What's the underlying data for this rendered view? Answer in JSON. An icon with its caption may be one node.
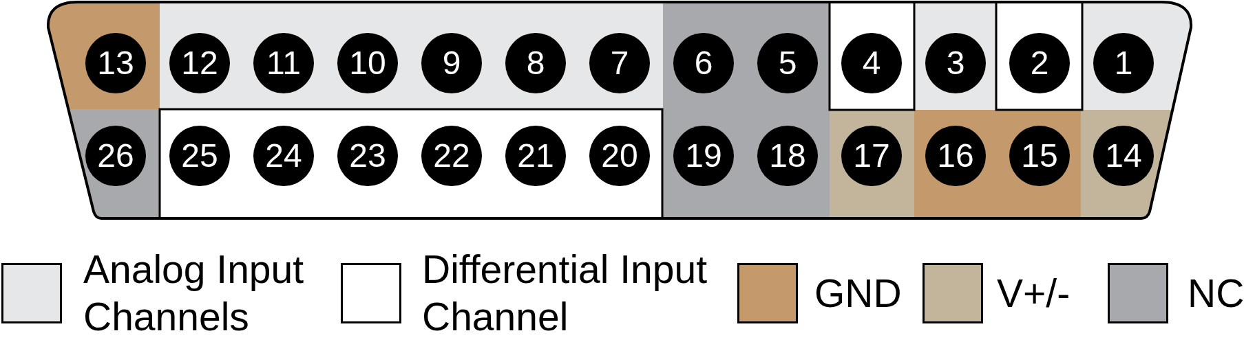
{
  "diagram": {
    "nodes": [
      {
        "text": [
          "13"
        ]
      },
      {
        "text": [
          "12"
        ]
      },
      {
        "text": [
          "11"
        ]
      },
      {
        "text": [
          "10"
        ]
      },
      {
        "text": [
          "9"
        ]
      },
      {
        "text": [
          "8"
        ]
      },
      {
        "text": [
          "7"
        ]
      },
      {
        "text": [
          "6"
        ]
      },
      {
        "text": [
          "5"
        ]
      },
      {
        "text": [
          "4"
        ]
      },
      {
        "text": [
          "3"
        ]
      },
      {
        "text": [
          "2"
        ]
      },
      {
        "text": [
          "1"
        ]
      },
      {
        "text": [
          "26"
        ]
      },
      {
        "text": [
          "25"
        ]
      },
      {
        "text": [
          "24"
        ]
      },
      {
        "text": [
          "23"
        ]
      },
      {
        "text": [
          "22"
        ]
      },
      {
        "text": [
          "21"
        ]
      },
      {
        "text": [
          "20"
        ]
      },
      {
        "text": [
          "19"
        ]
      },
      {
        "text": [
          "18"
        ]
      },
      {
        "text": [
          "17"
        ]
      },
      {
        "text": [
          "16"
        ]
      },
      {
        "text": [
          "15"
        ]
      },
      {
        "text": [
          "14"
        ]
      }
    ],
    "legend": [
      {
        "text": "Analog Input Channels",
        "color": "#e6e7e8"
      },
      {
        "text": "Differential Input Channel",
        "color": "#ffffff"
      },
      {
        "text": "GND",
        "color": "#c4996b"
      },
      {
        "text": "V+/-",
        "color": "#c2b59b"
      },
      {
        "text": "NC",
        "color": "#a7a9ac"
      }
    ]
  }
}
